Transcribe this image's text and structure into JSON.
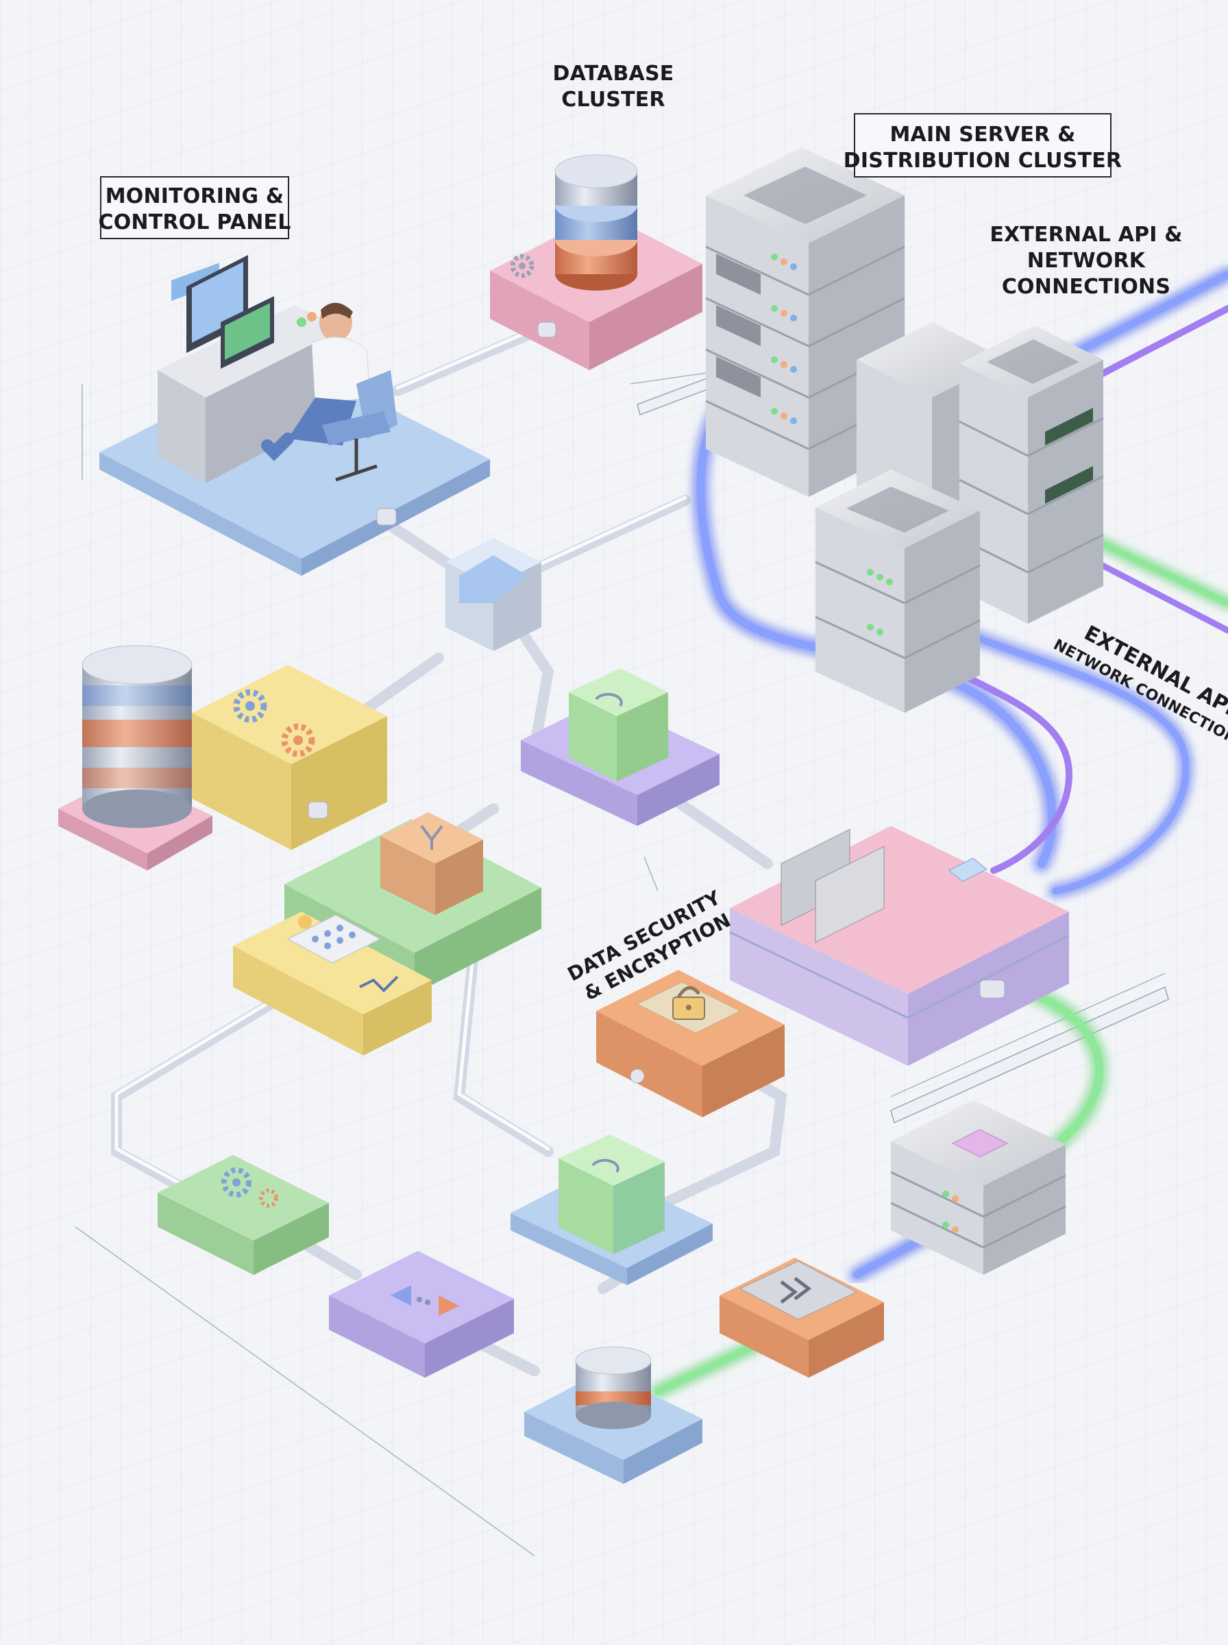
{
  "labels": {
    "database_cluster": [
      "DATABASE",
      "CLUSTER"
    ],
    "main_server": [
      "MAIN SERVER &",
      "DISTRIBUTION CLUSTER"
    ],
    "monitoring": [
      "MONITORING &",
      "CONTROL PANEL"
    ],
    "external_api": [
      "EXTERNAL API &",
      "NETWORK",
      "CONNECTIONS"
    ],
    "external_api_side": [
      "EXTERNAL API &",
      "NETWORK CONNECTIONS"
    ],
    "data_security": [
      "DATA SECURITY",
      "& ENCRYPTION"
    ]
  },
  "colors": {
    "background": "#f3f4f8",
    "grid": "#d9dce6",
    "pipe_blue": "#6f86f0",
    "pipe_purple": "#a27ef0",
    "pipe_green": "#7fdc8a",
    "pastel_blue": "#b9d2f0",
    "pastel_pink": "#f3bfd0",
    "pastel_yellow": "#f6e49a",
    "pastel_green": "#b7e3b3",
    "pastel_purple": "#c9bdf1",
    "pastel_orange": "#f1ad7e",
    "server_gray": "#c9ccd3"
  },
  "icons": [
    "gear-icon",
    "refresh-icon",
    "lock-icon",
    "merge-icon",
    "double-chevron-icon",
    "arrows-icon",
    "chart-icon",
    "database-icon",
    "server-icon"
  ]
}
